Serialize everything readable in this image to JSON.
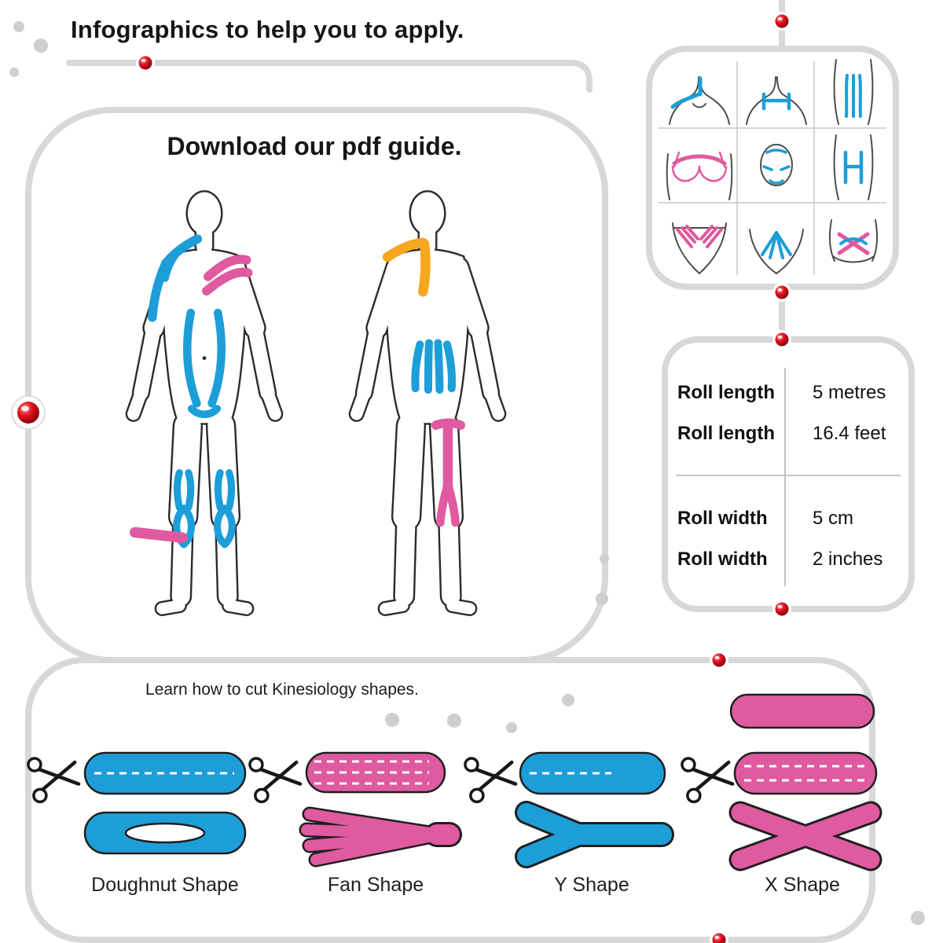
{
  "title": "Infographics to help you to apply.",
  "pdf_guide": {
    "heading": "Download our pdf guide."
  },
  "specs": {
    "rows": [
      {
        "label": "Roll length",
        "value": "5 metres"
      },
      {
        "label": "Roll length",
        "value": "16.4 feet"
      },
      {
        "label": "Roll width",
        "value": "5 cm"
      },
      {
        "label": "Roll width",
        "value": "2 inches"
      }
    ]
  },
  "shapes_section": {
    "heading": "Learn how to cut Kinesiology shapes.",
    "items": [
      {
        "label": "Doughnut Shape"
      },
      {
        "label": "Fan Shape"
      },
      {
        "label": "Y Shape"
      },
      {
        "label": "X Shape"
      }
    ]
  },
  "application_icons": [
    "neck-shoulder-tape",
    "chest-h-tape",
    "abdomen-lines-tape",
    "chest-bra-tape",
    "face-tape",
    "upper-back-h-tape",
    "hips-fan-tape",
    "pelvis-fan-tape",
    "waist-x-tape"
  ],
  "colors": {
    "blue": "#1d9ed9",
    "pink": "#df5a9f",
    "orange": "#f6a71f",
    "pipe": "#d8d8d8",
    "red": "#cf1020",
    "ink": "#1a1a1a"
  }
}
